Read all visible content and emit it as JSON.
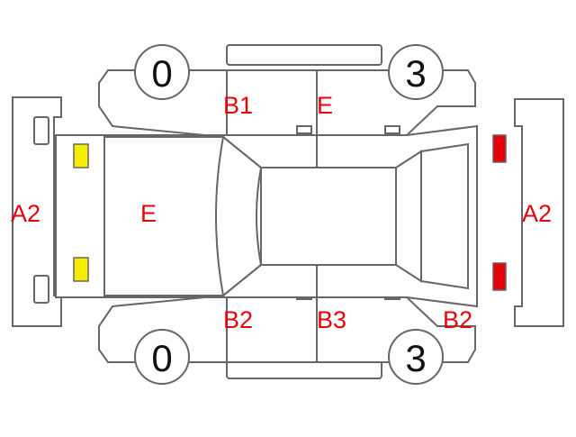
{
  "colors": {
    "outline": "#666666",
    "code_text": "#e8000b",
    "front_lamp": "#f5ec00",
    "rear_lamp": "#e8000b"
  },
  "codes": {
    "front_bumper": "A2",
    "rear_bumper": "A2",
    "hood": "E",
    "left_front_fender": "B1",
    "left_rear_door": "E",
    "right_front_fender": "B2",
    "right_rear_door": "B3",
    "right_rear_quarter": "B2"
  },
  "wheels": {
    "front_left": "0",
    "rear_left": "3",
    "front_right": "0",
    "rear_right": "3"
  },
  "icons": {
    "front_lamps": "yellow-lamp-icon",
    "rear_lamps": "red-lamp-icon"
  }
}
